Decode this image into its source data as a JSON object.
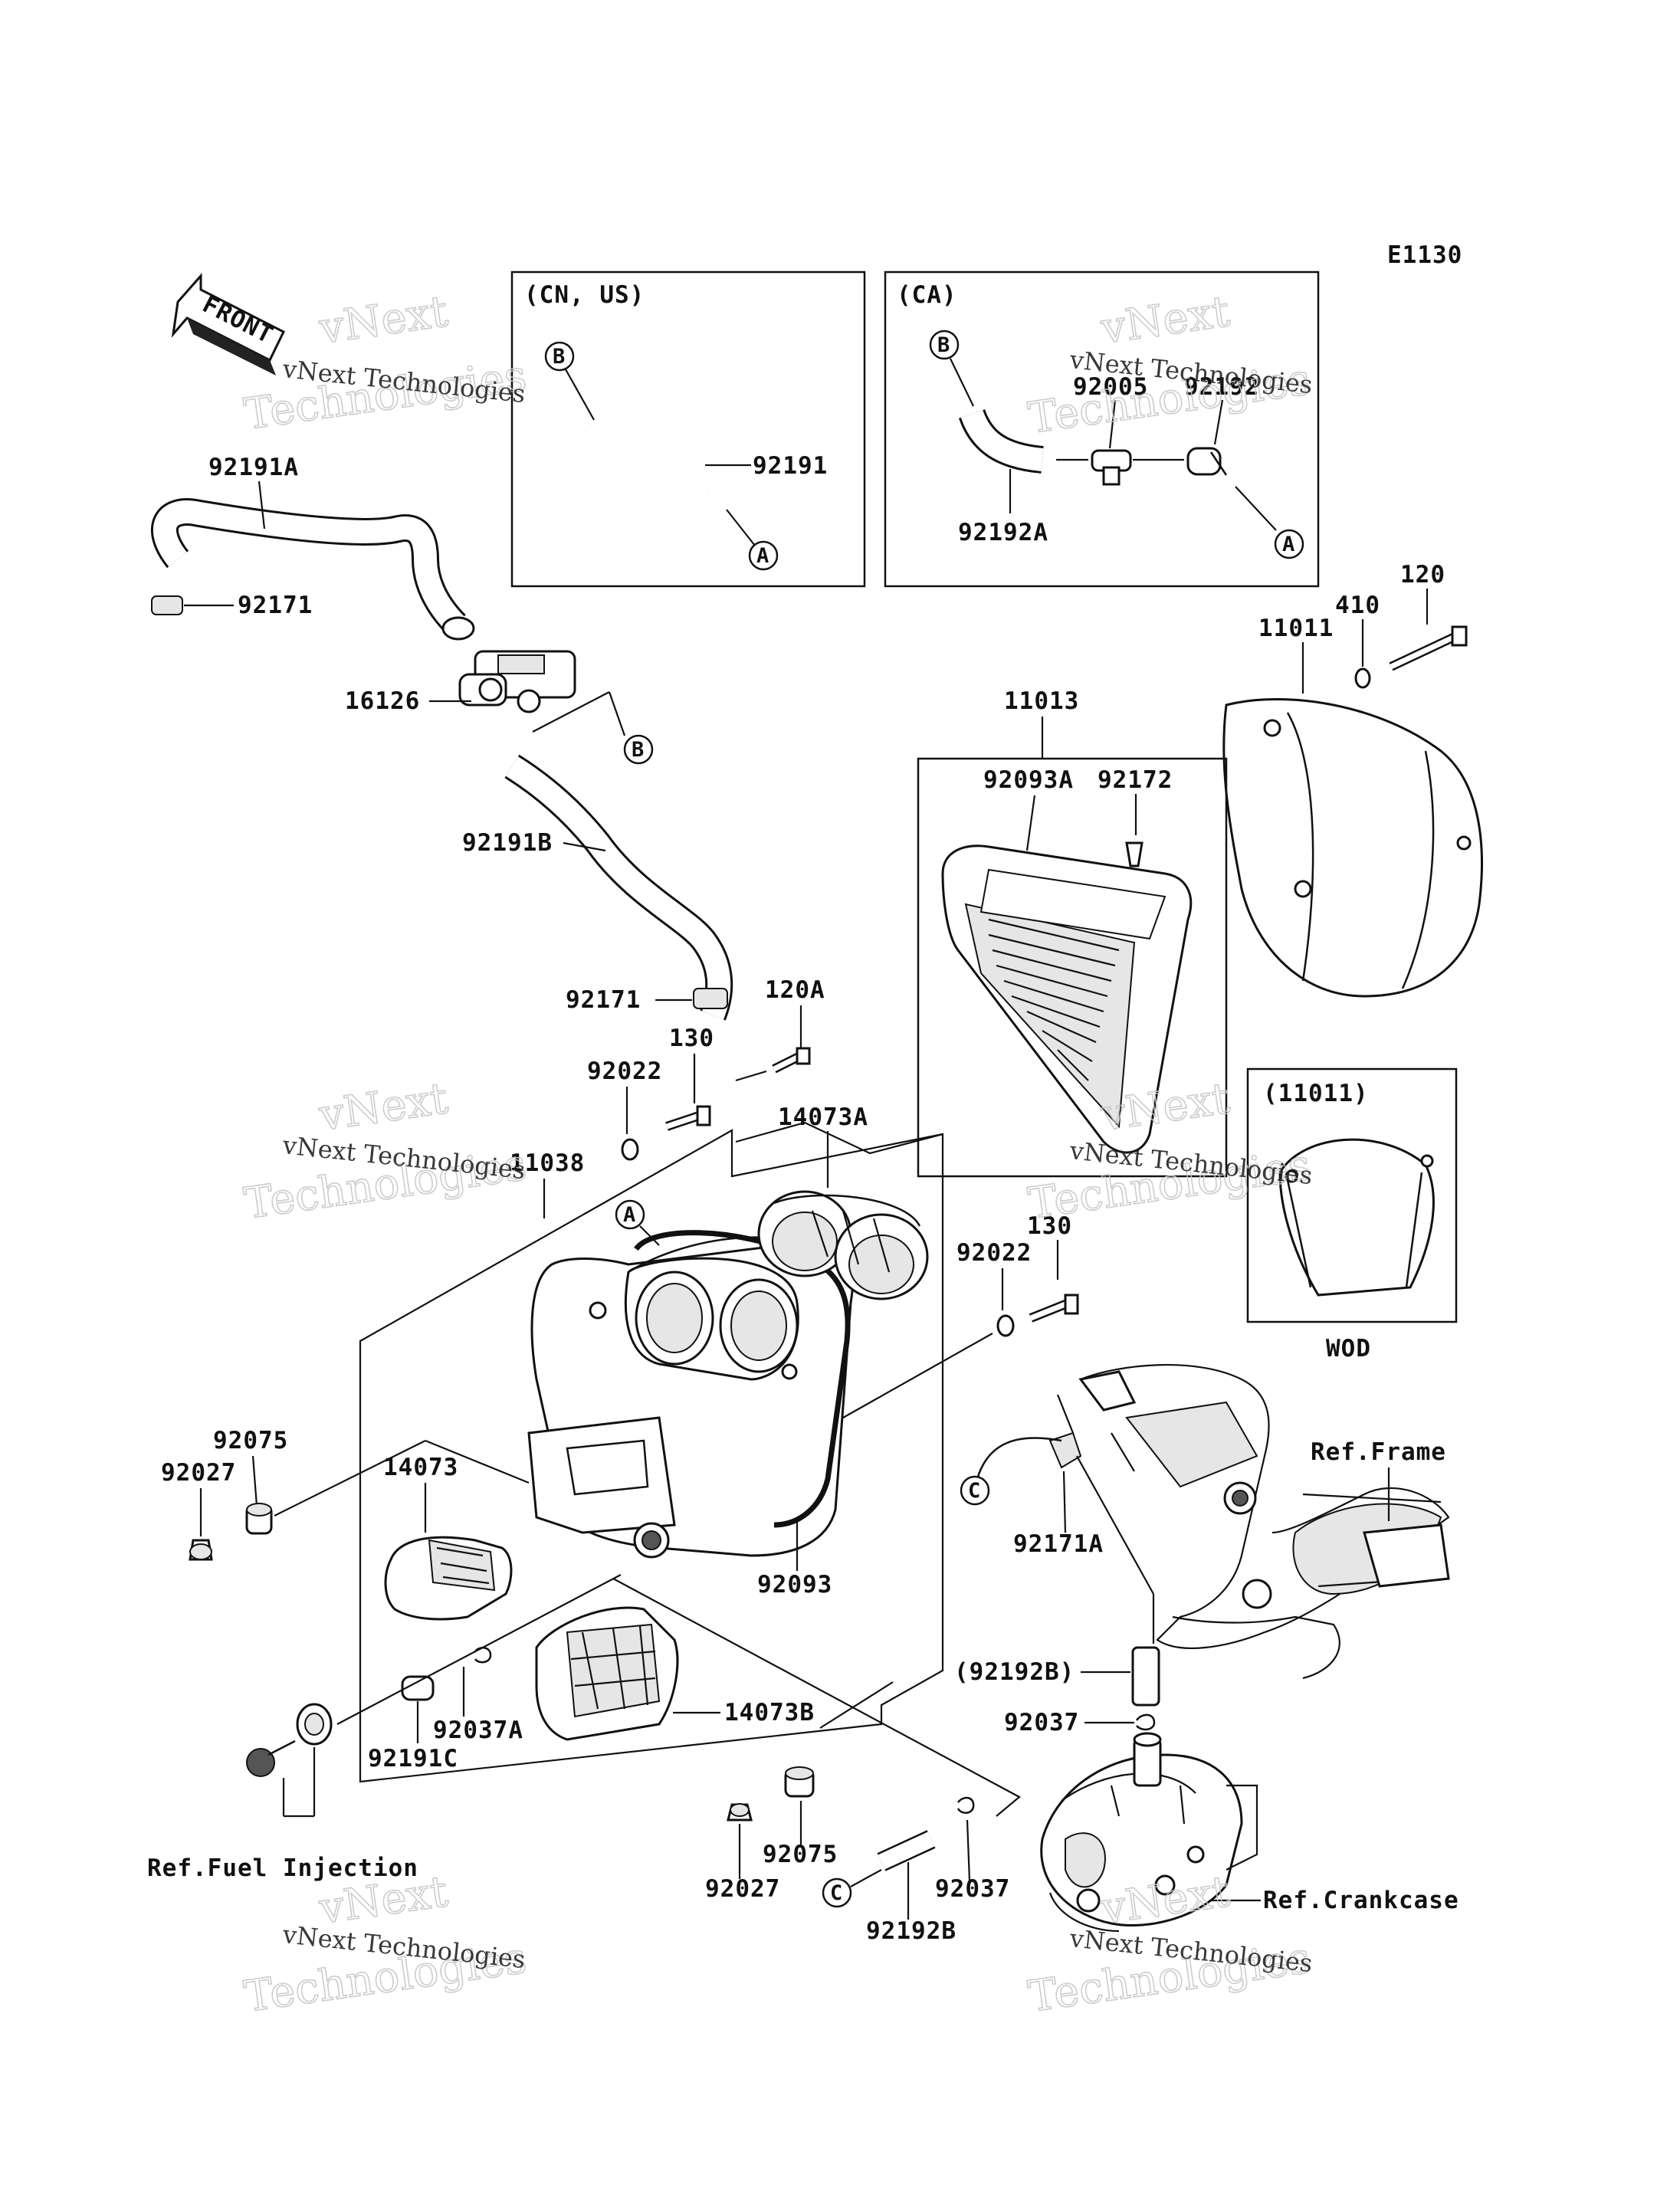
{
  "diagram": {
    "code": "E1130",
    "front_label": "FRONT",
    "watermark_line1": "vNext",
    "watermark_line2": "Technologies",
    "watermark_caption": "vNext Technologies",
    "insets": {
      "cn_us": {
        "title": "(CN, US)",
        "part": "92191",
        "ref_in": "B",
        "ref_out": "A"
      },
      "ca": {
        "title": "(CA)",
        "part_a": "92192A",
        "part_b": "92005",
        "part_c": "92192",
        "ref_in": "B",
        "ref_out": "A"
      },
      "wod": {
        "title": "(11011)",
        "caption": "WOD"
      }
    },
    "parts": {
      "p92191A": "92191A",
      "p92171_top": "92171",
      "p16126": "16126",
      "p92191B": "92191B",
      "p92171_mid": "92171",
      "p120A": "120A",
      "p130_left": "130",
      "p92022_left": "92022",
      "p11038": "11038",
      "p14073A": "14073A",
      "p11013": "11013",
      "p92093A": "92093A",
      "p92172": "92172",
      "p11011": "11011",
      "p410": "410",
      "p120": "120",
      "p130_right": "130",
      "p92022_right": "92022",
      "p92075_left": "92075",
      "p92027_left": "92027",
      "p14073": "14073",
      "p92093": "92093",
      "p92171A": "92171A",
      "p92192B_paren": "(92192B)",
      "p92037_right": "92037",
      "p92037A": "92037A",
      "p14073B": "14073B",
      "p92191C": "92191C",
      "p92027_bottom": "92027",
      "p92075_bottom": "92075",
      "p92037_bottom": "92037",
      "p92192B_bottom": "92192B"
    },
    "refs": {
      "frame": "Ref.Frame",
      "crankcase": "Ref.Crankcase",
      "fuel_injection": "Ref.Fuel Injection"
    },
    "callouts": {
      "a_main": "A",
      "b_main": "B",
      "c_left": "C",
      "c_bottom": "C"
    }
  }
}
